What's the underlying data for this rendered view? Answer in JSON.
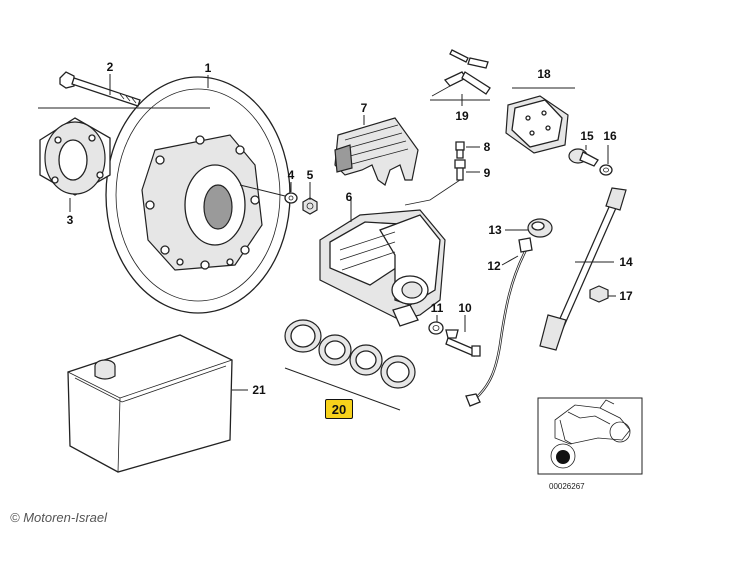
{
  "diagram": {
    "callouts": {
      "c1": "1",
      "c2": "2",
      "c3": "3",
      "c4": "4",
      "c5": "5",
      "c6": "6",
      "c7": "7",
      "c8": "8",
      "c9": "9",
      "c10": "10",
      "c11": "11",
      "c12": "12",
      "c13": "13",
      "c14": "14",
      "c15": "15",
      "c16": "16",
      "c17": "17",
      "c18": "18",
      "c19": "19",
      "c21": "21"
    },
    "highlighted_callout": "20",
    "highlight_color": "#f7d21b",
    "thumbnail_ref": "00026267"
  },
  "watermark": "© Motoren-Israel"
}
